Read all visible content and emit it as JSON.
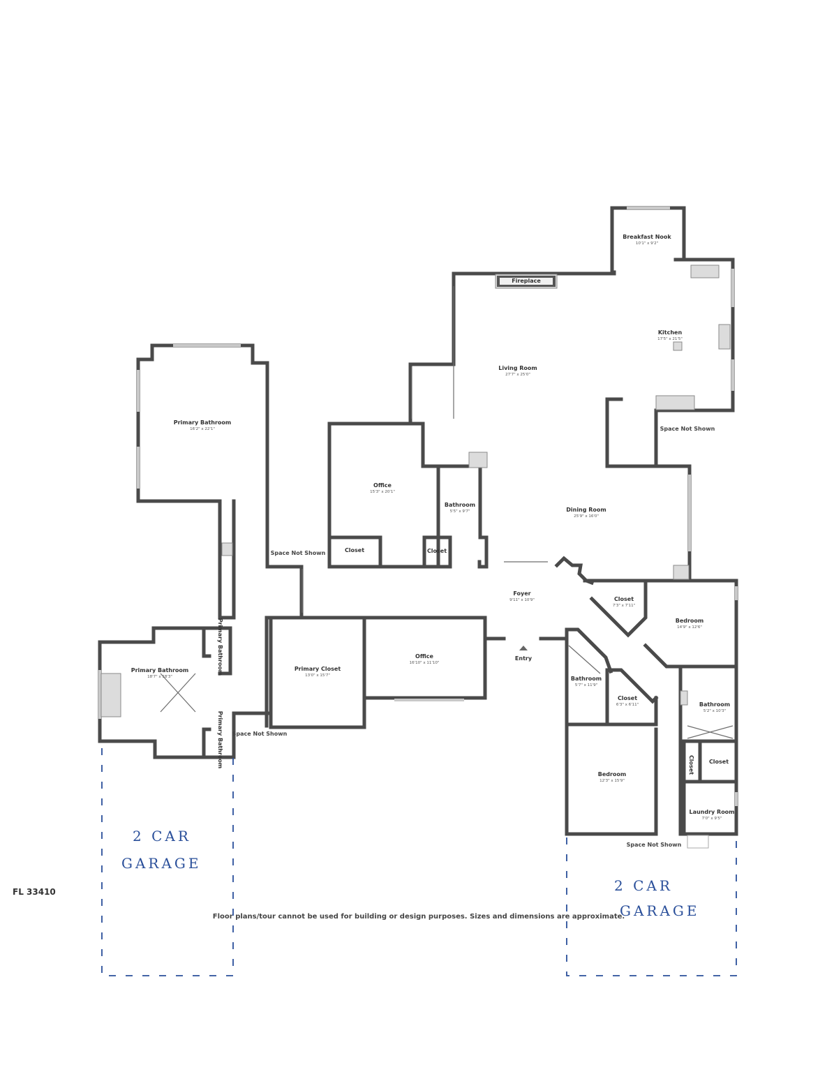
{
  "rooms": {
    "breakfast_nook": {
      "name": "Breakfast Nook",
      "dim": "10'1\" x 9'2\""
    },
    "fireplace": {
      "name": "Fireplace"
    },
    "kitchen": {
      "name": "Kitchen",
      "dim": "17'5\" x 21'5\""
    },
    "living_room": {
      "name": "Living Room",
      "dim": "27'7\" x 25'0\""
    },
    "primary_bathroom_top": {
      "name": "Primary Bathroom",
      "dim": "16'2\" x 22'1\""
    },
    "office_top": {
      "name": "Office",
      "dim": "15'3\" x 20'1\""
    },
    "bathroom_center": {
      "name": "Bathroom",
      "dim": "5'5\" x 9'7\""
    },
    "dining_room": {
      "name": "Dining Room",
      "dim": "25'9\" x 16'0\""
    },
    "closet_office": {
      "name": "Closet"
    },
    "closet_bath": {
      "name": "Closet"
    },
    "foyer": {
      "name": "Foyer",
      "dim": "9'11\" x 10'9\""
    },
    "closet_diag": {
      "name": "Closet",
      "dim": "7'3\" x 7'11\""
    },
    "bedroom_right": {
      "name": "Bedroom",
      "dim": "14'9\" x 12'6\""
    },
    "primary_bathroom_bottom": {
      "name": "Primary Bathroom",
      "dim": "18'7\" x 18'3\""
    },
    "primary_bathroom_side1": {
      "name": "Primary Bathroom"
    },
    "primary_bathroom_side2": {
      "name": "Primary Bathroom"
    },
    "primary_closet": {
      "name": "Primary Closet",
      "dim": "13'0\" x 15'7\""
    },
    "office_bottom": {
      "name": "Office",
      "dim": "16'10\" x 11'10\""
    },
    "entry": {
      "name": "Entry"
    },
    "bathroom_left_wing": {
      "name": "Bathroom",
      "dim": "5'7\" x 11'9\""
    },
    "closet_wing": {
      "name": "Closet",
      "dim": "6'3\" x 6'11\""
    },
    "bathroom_right_wing": {
      "name": "Bathroom",
      "dim": "5'2\" x 10'3\""
    },
    "closet_vertical": {
      "name": "Closet"
    },
    "closet_small": {
      "name": "Closet"
    },
    "bedroom_bottom": {
      "name": "Bedroom",
      "dim": "12'3\" x 15'9\""
    },
    "laundry_room": {
      "name": "Laundry Room",
      "dim": "7'0\" x 9'5\""
    }
  },
  "notes": {
    "space_not_shown_kitchen": "Space Not Shown",
    "space_not_shown_corridor": "Space Not Shown",
    "space_not_shown_bath": "Space Not Shown",
    "space_not_shown_laundry": "Space Not Shown",
    "disclaimer": "Floor plans/tour cannot be used for building or design purposes. Sizes and dimensions are approximate.",
    "zip": "FL 33410"
  },
  "handwritten": {
    "left_line1": "2 CAR",
    "left_line2": "GARAGE",
    "right_line1": "2 CAR",
    "right_line2": "GARAGE"
  },
  "colors": {
    "wall": "#4a4a4a",
    "handwriting": "#2a4f9a"
  }
}
